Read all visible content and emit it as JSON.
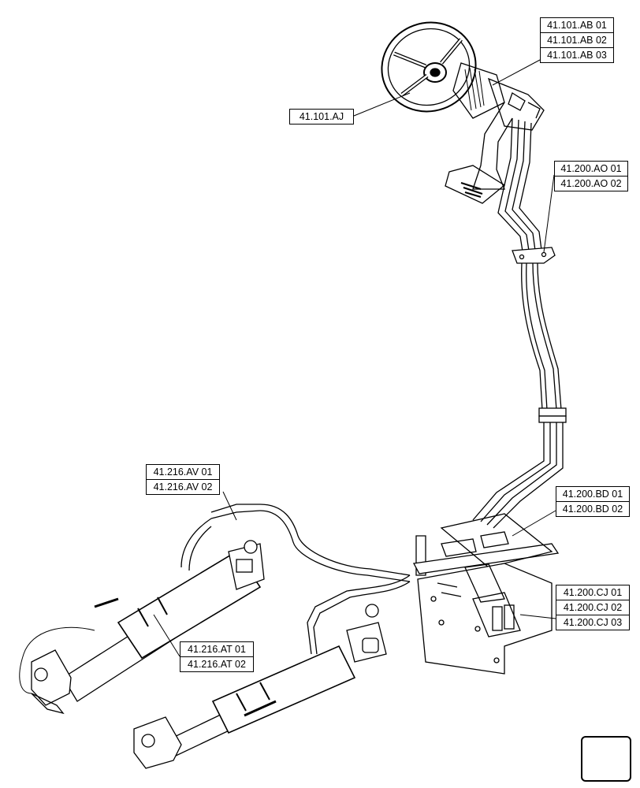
{
  "callouts": {
    "ab01": "41.101.AB 01",
    "ab02": "41.101.AB 02",
    "ab03": "41.101.AB 03",
    "aj": "41.101.AJ",
    "ao01": "41.200.AO 01",
    "ao02": "41.200.AO 02",
    "av01": "41.216.AV 01",
    "av02": "41.216.AV 02",
    "bd01": "41.200.BD 01",
    "bd02": "41.200.BD 02",
    "cj01": "41.200.CJ 01",
    "cj02": "41.200.CJ 02",
    "cj03": "41.200.CJ 03",
    "at01": "41.216.AT 01",
    "at02": "41.216.AT 02"
  },
  "nav": {
    "icon": "next-page-arrow-icon"
  }
}
